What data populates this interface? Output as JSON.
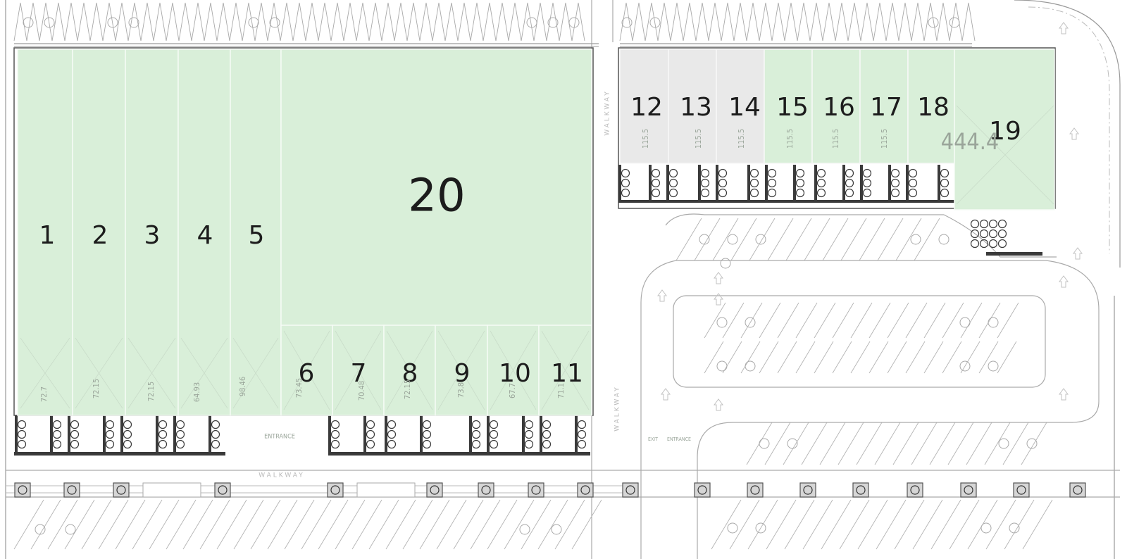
{
  "plan": {
    "colors": {
      "leased": "#d9efd9",
      "available": "#e9e9e9",
      "line": "#9a9a9a",
      "ink": "#1c1c1c",
      "seat": "#3a3a3a"
    },
    "units": [
      {
        "number": "1",
        "status": "leased",
        "area": "72.7"
      },
      {
        "number": "2",
        "status": "leased",
        "area": "72.15"
      },
      {
        "number": "3",
        "status": "leased",
        "area": "72.15"
      },
      {
        "number": "4",
        "status": "leased",
        "area": "64.93"
      },
      {
        "number": "5",
        "status": "leased",
        "area": "98.46"
      },
      {
        "number": "6",
        "status": "leased",
        "area": "73.45"
      },
      {
        "number": "7",
        "status": "leased",
        "area": "70.48"
      },
      {
        "number": "8",
        "status": "leased",
        "area": "72.15"
      },
      {
        "number": "9",
        "status": "leased",
        "area": "73.8"
      },
      {
        "number": "10",
        "status": "leased",
        "area": "67.7"
      },
      {
        "number": "11",
        "status": "leased",
        "area": "71.1"
      },
      {
        "number": "12",
        "status": "available",
        "area": "115.5"
      },
      {
        "number": "13",
        "status": "available",
        "area": "115.5"
      },
      {
        "number": "14",
        "status": "available",
        "area": "115.5"
      },
      {
        "number": "15",
        "status": "leased",
        "area": "115.5"
      },
      {
        "number": "16",
        "status": "leased",
        "area": "115.5"
      },
      {
        "number": "17",
        "status": "leased",
        "area": "115.5"
      },
      {
        "number": "18",
        "status": "leased",
        "area": ""
      },
      {
        "number": "19",
        "status": "leased",
        "area": "444.4"
      },
      {
        "number": "20",
        "status": "leased",
        "area": ""
      }
    ],
    "labels": {
      "walkway_bottom": "WALKWAY",
      "walkway_vertical": "WALKWAY",
      "walkway_upper": "WALKWAY",
      "entrance_main": "ENTRANCE",
      "entrance_side": "ENTRANCE",
      "exit": "EXIT"
    }
  }
}
